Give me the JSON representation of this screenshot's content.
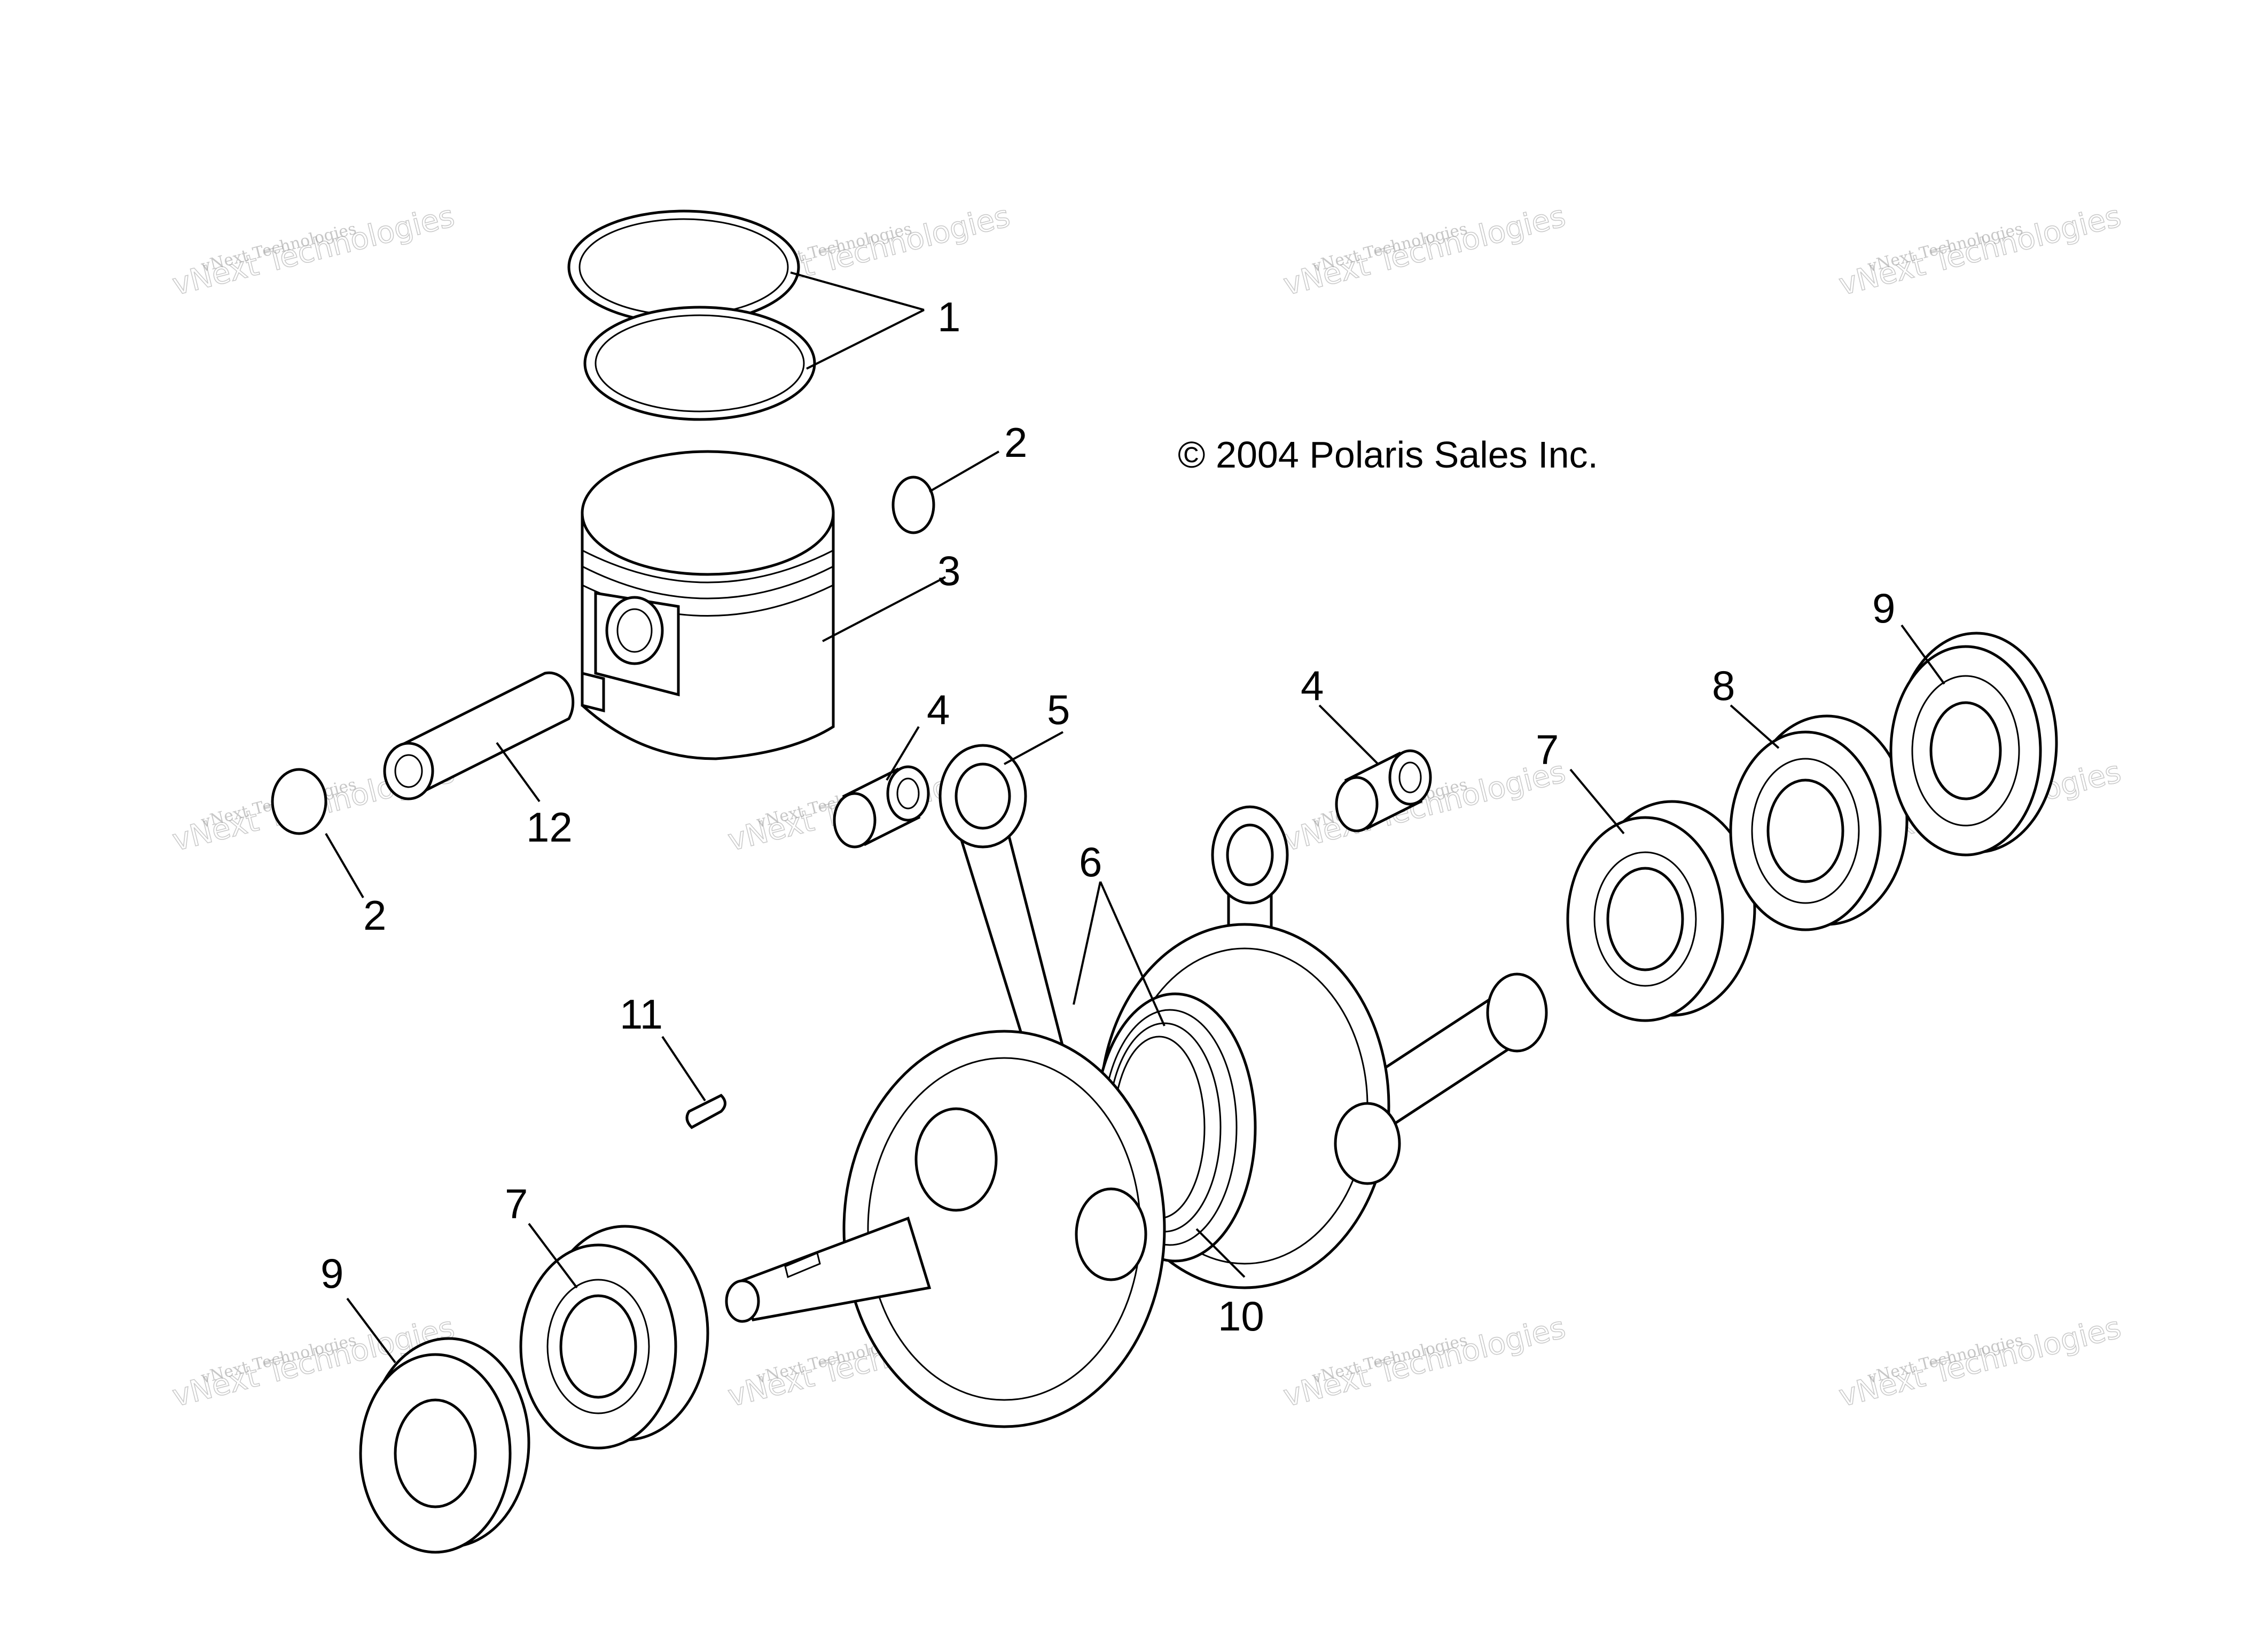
{
  "copyright": "© 2004 Polaris Sales Inc.",
  "watermark": {
    "line1": "vNext Technologies",
    "line2": "vNext Technologies"
  },
  "callouts": {
    "ring": "1",
    "clip_top": "2",
    "clip_left": "2",
    "piston": "3",
    "bearing_left": "4",
    "bearing_right": "4",
    "conrod": "5",
    "crank_part": "6",
    "ball_bearing_left": "7",
    "ball_bearing_right": "7",
    "bearing_8": "8",
    "seal_left": "9",
    "seal_right": "9",
    "crank_center": "10",
    "key": "11",
    "pin": "12"
  }
}
